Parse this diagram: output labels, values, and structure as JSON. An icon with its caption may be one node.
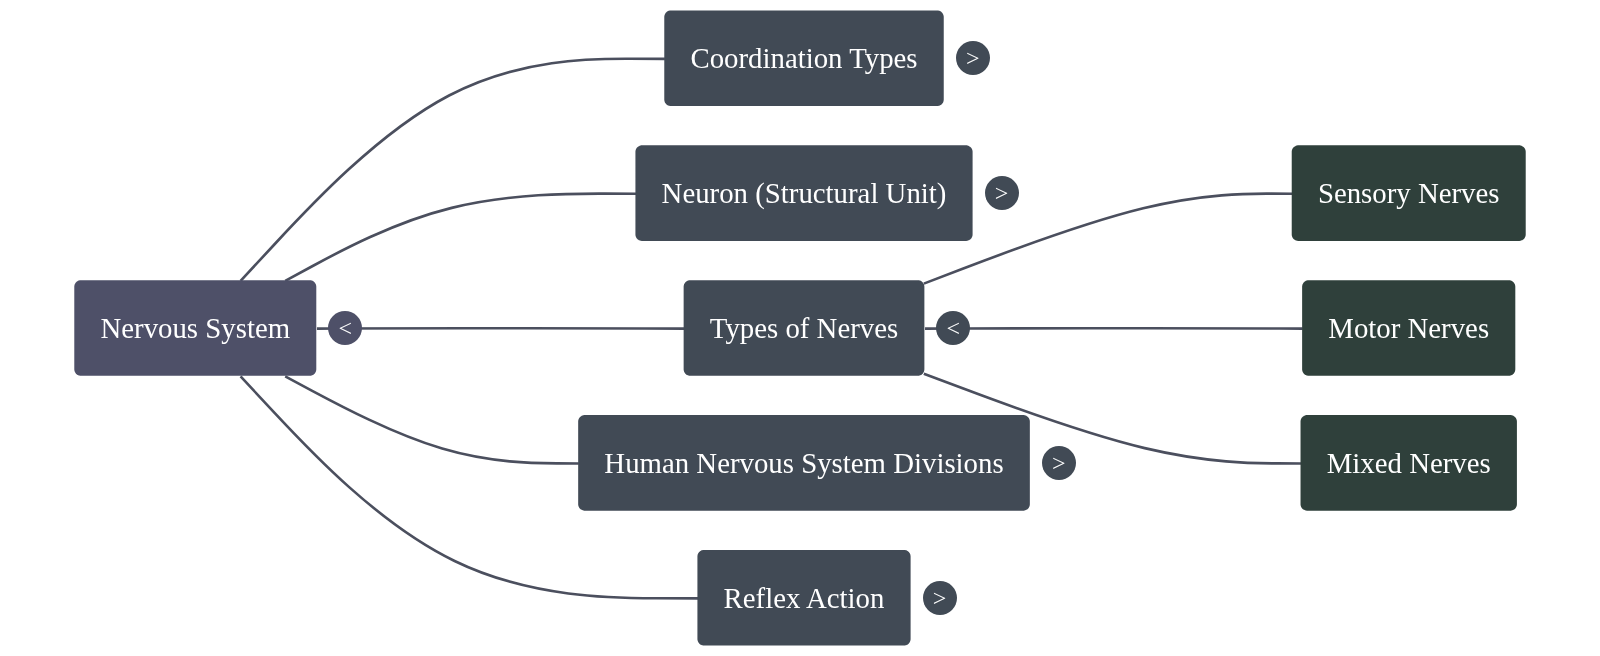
{
  "diagram": {
    "nodes": [
      {
        "text": [
          "Nervous System"
        ],
        "beside": [
          "<"
        ]
      },
      {
        "text": [
          "Coordination Types"
        ],
        "beside": [
          ">"
        ]
      },
      {
        "text": [
          "Neuron (Structural Unit)"
        ],
        "beside": [
          ">"
        ]
      },
      {
        "text": [
          "Types of Nerves"
        ],
        "beside": [
          "<"
        ]
      },
      {
        "text": [
          "Human Nervous System Divisions"
        ],
        "beside": [
          ">"
        ]
      },
      {
        "text": [
          "Reflex Action"
        ],
        "beside": [
          ">"
        ]
      },
      {
        "text": [
          "Sensory Nerves"
        ]
      },
      {
        "text": [
          "Motor Nerves"
        ]
      },
      {
        "text": [
          "Mixed Nerves"
        ]
      }
    ],
    "edges": [
      {
        "from": 0,
        "to": 1,
        "arrow": "none"
      },
      {
        "from": 0,
        "to": 2,
        "arrow": "none"
      },
      {
        "from": 0,
        "to": 3,
        "arrow": "none"
      },
      {
        "from": 0,
        "to": 4,
        "arrow": "none"
      },
      {
        "from": 0,
        "to": 5,
        "arrow": "none"
      },
      {
        "from": 3,
        "to": 6,
        "arrow": "none"
      },
      {
        "from": 3,
        "to": 7,
        "arrow": "none"
      },
      {
        "from": 3,
        "to": 8,
        "arrow": "none"
      }
    ]
  }
}
